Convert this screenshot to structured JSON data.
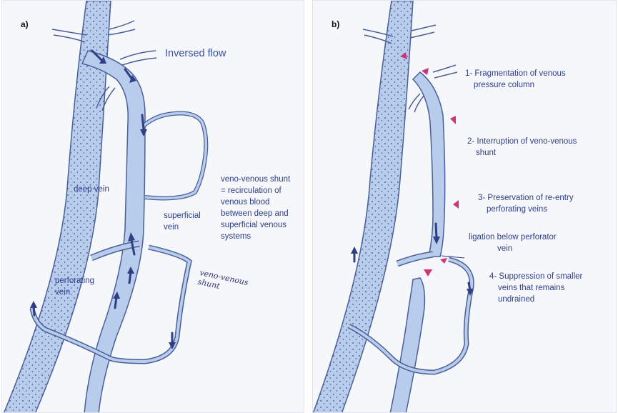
{
  "colors": {
    "vein_fill": "#b8cdec",
    "vein_stroke": "#4a5f9a",
    "arrow": "#2f3f86",
    "ligation": "#d0337a",
    "text": "#2f3f86"
  },
  "panel_a": {
    "tag": "a)",
    "title": "Inversed flow",
    "deep_vein": "deep vein",
    "superficial_vein": [
      "superficial",
      "vein"
    ],
    "perforating_vein": [
      "perforating",
      "vein"
    ],
    "shunt_description": [
      "veno-venous shunt",
      "= recirculation of",
      "venous blood",
      "between deep and",
      "superficial venous",
      "systems"
    ],
    "handwritten_shunt": [
      "veno-venous",
      "shunt"
    ]
  },
  "panel_b": {
    "tag": "b)",
    "step1": [
      "1- Fragmentation of venous",
      "pressure column"
    ],
    "step2": [
      "2- Interruption of veno-venous",
      "shunt"
    ],
    "step3": [
      "3-  Preservation of re-entry",
      "perforating veins"
    ],
    "ligation": [
      "ligation below perforator",
      "vein"
    ],
    "step4": [
      "4- Suppression of smaller",
      "veins that remains",
      "undrained"
    ]
  }
}
